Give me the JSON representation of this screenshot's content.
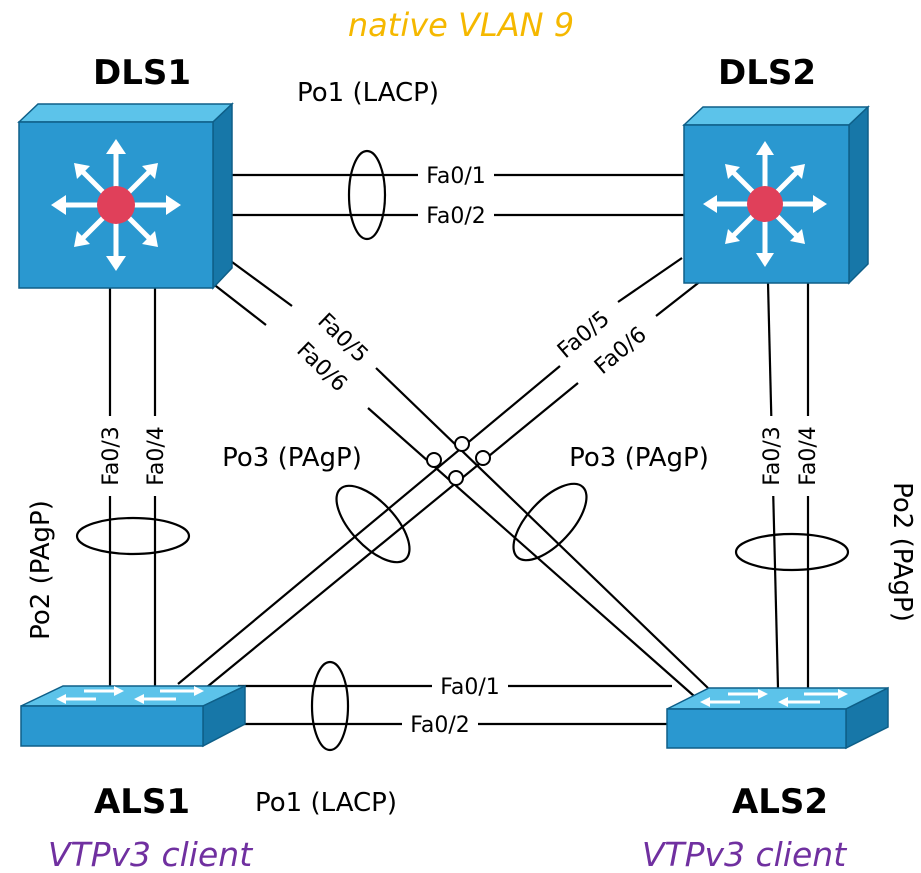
{
  "header": {
    "native_vlan": "native VLAN 9"
  },
  "colors": {
    "native_vlan_text": "#f5b800",
    "vtp_text": "#7030a0",
    "switch_face": "#2a98d0",
    "switch_side": "#1777a8",
    "switch_top": "#5cc3ea",
    "core_dot": "#e0405a"
  },
  "devices": {
    "dls1": {
      "name": "DLS1",
      "type": "multilayer-switch"
    },
    "dls2": {
      "name": "DLS2",
      "type": "multilayer-switch"
    },
    "als1": {
      "name": "ALS1",
      "type": "access-switch",
      "role": "VTPv3 client"
    },
    "als2": {
      "name": "ALS2",
      "type": "access-switch",
      "role": "VTPv3 client"
    }
  },
  "links": {
    "dls_po1": {
      "label": "Po1 (LACP)",
      "ports": [
        "Fa0/1",
        "Fa0/2"
      ]
    },
    "als_po1": {
      "label": "Po1 (LACP)",
      "ports": [
        "Fa0/1",
        "Fa0/2"
      ]
    },
    "dls1_als1_po2": {
      "label": "Po2 (PAgP)",
      "ports": [
        "Fa0/3",
        "Fa0/4"
      ]
    },
    "dls2_als2_po2": {
      "label": "Po2 (PAgP)",
      "ports": [
        "Fa0/3",
        "Fa0/4"
      ]
    },
    "dls1_als2_po3": {
      "label": "Po3 (PAgP)",
      "ports": [
        "Fa0/5",
        "Fa0/6"
      ]
    },
    "dls2_als1_po3": {
      "label": "Po3 (PAgP)",
      "ports": [
        "Fa0/5",
        "Fa0/6"
      ]
    }
  }
}
